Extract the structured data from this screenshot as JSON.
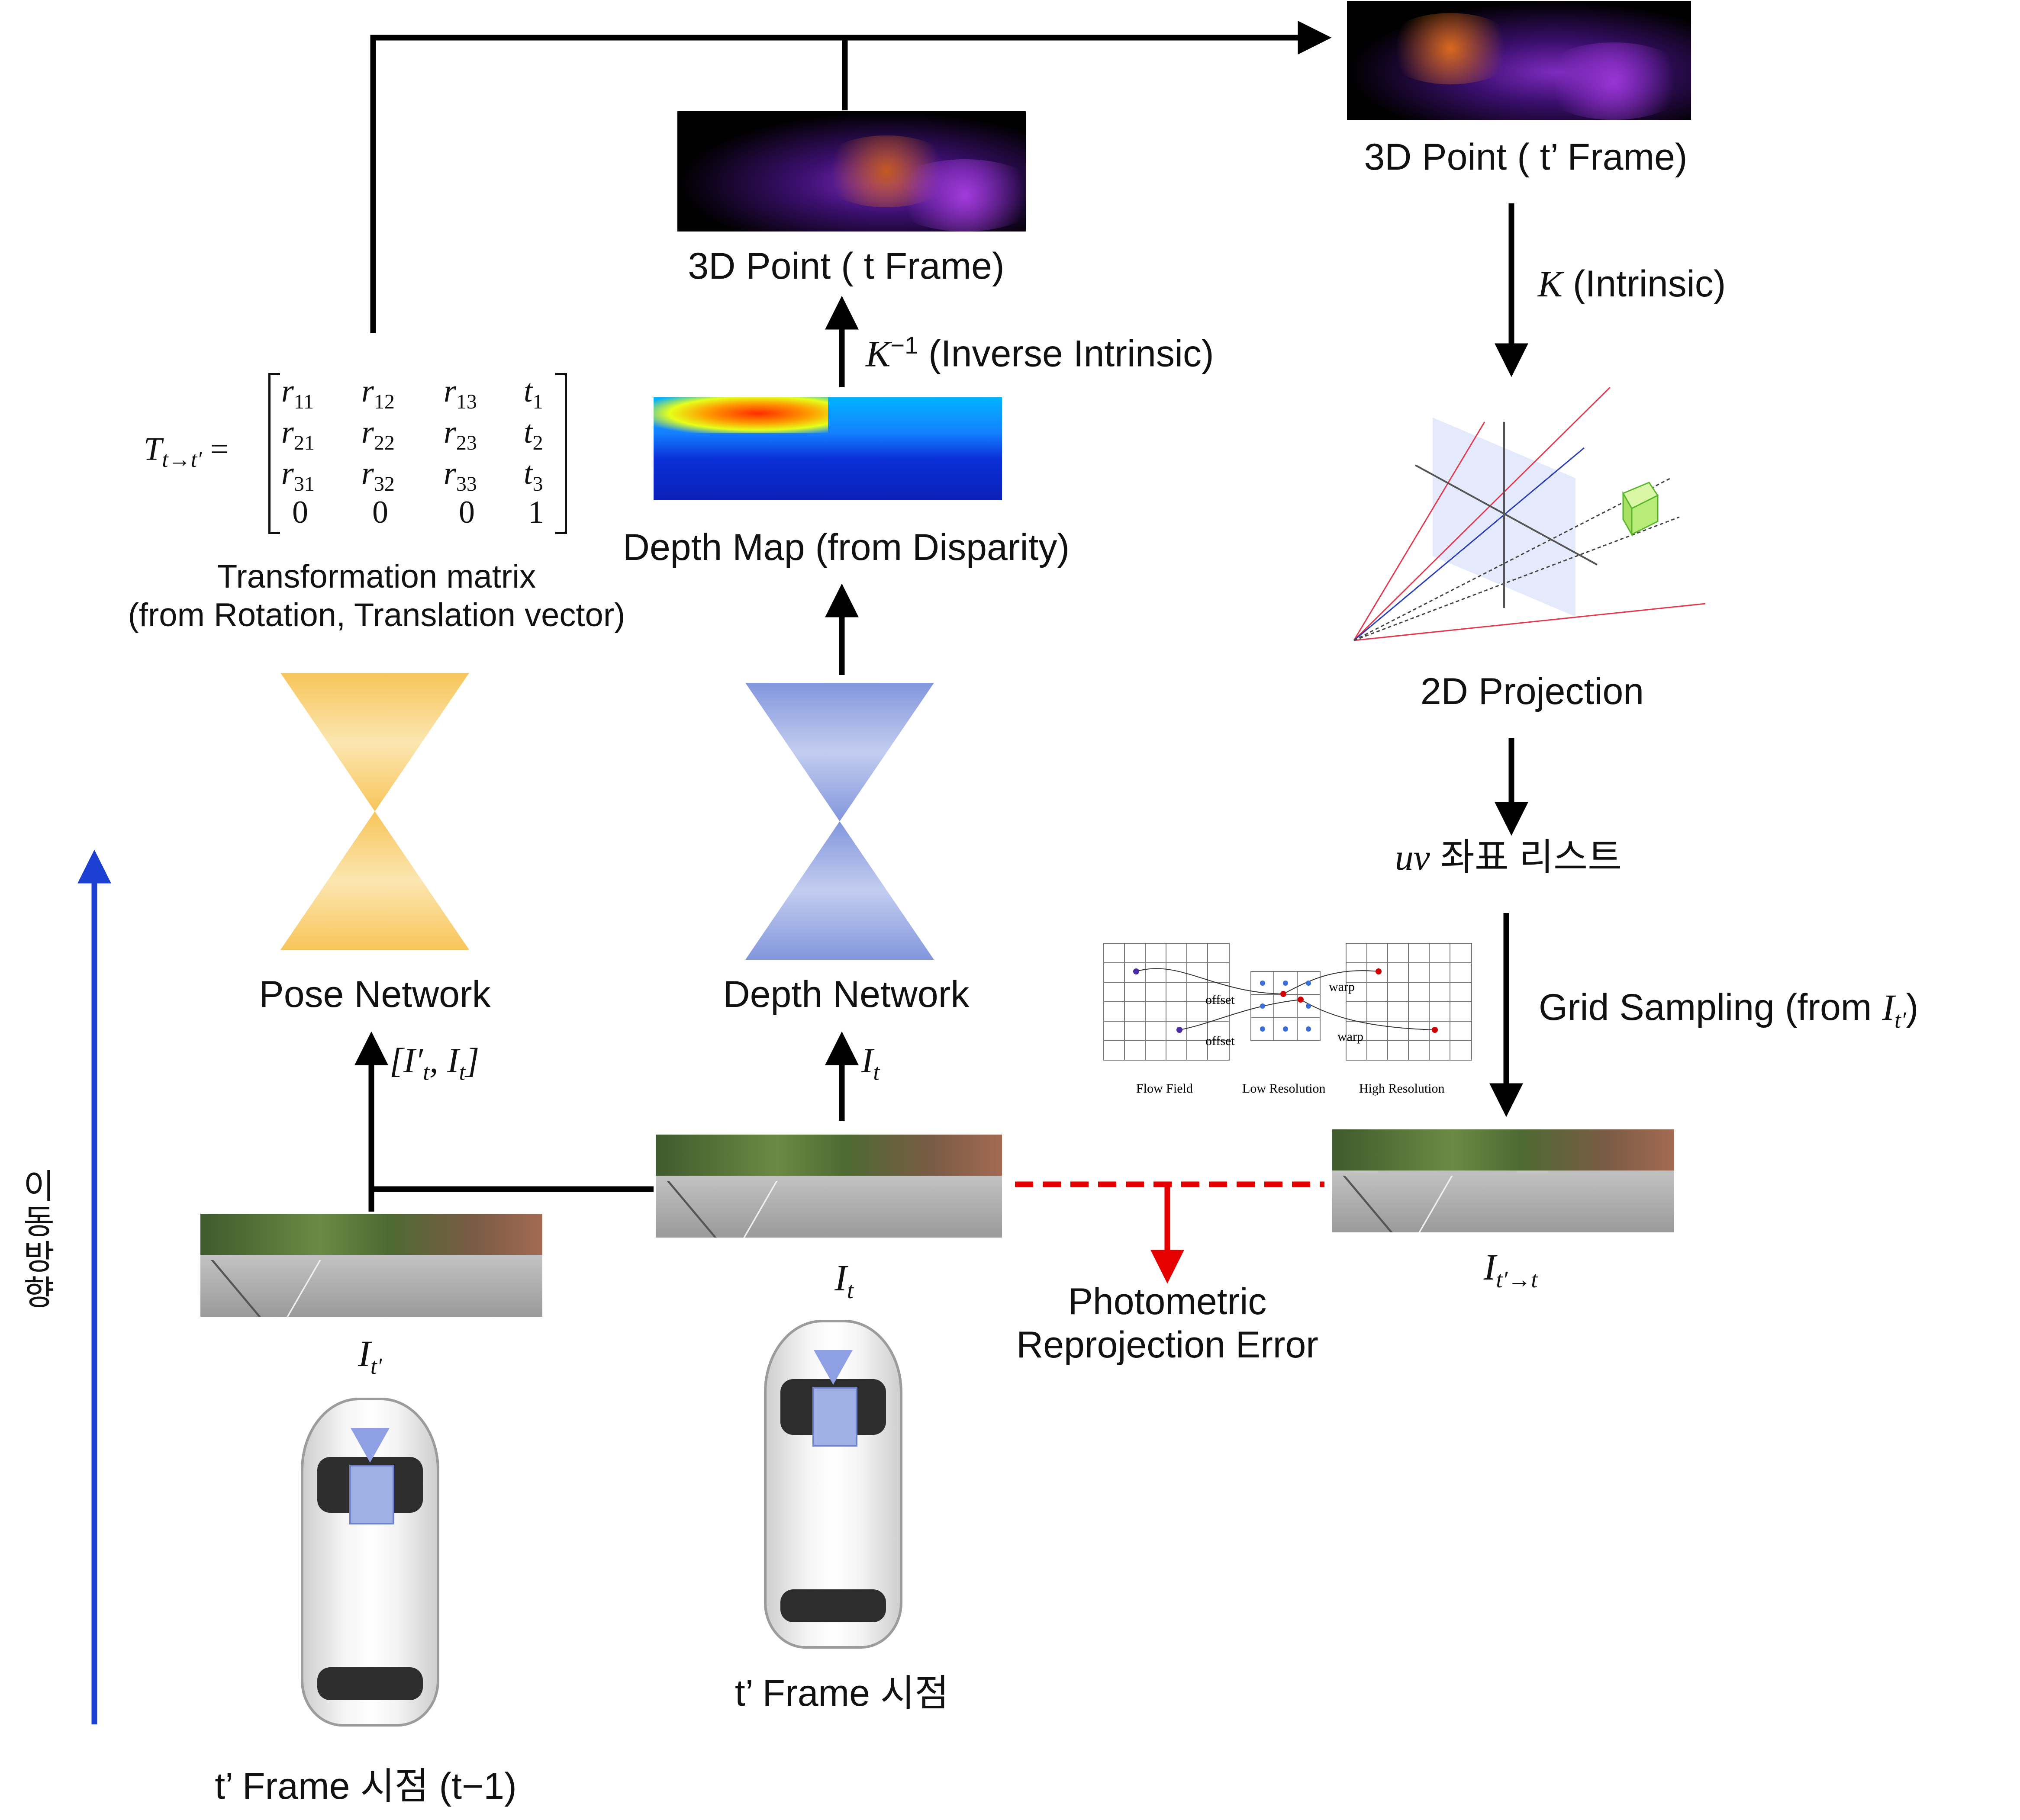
{
  "images": {
    "point_t": "3D Point ( t Frame)",
    "point_tp": "3D Point ( t’ Frame)"
  },
  "labels": {
    "depth_map": "Depth Map (from Disparity)",
    "inverse_intrinsic_sym": "K",
    "inverse_intrinsic_sup": "−1",
    "inverse_intrinsic_text": "(Inverse Intrinsic)",
    "intrinsic_sym": "K",
    "intrinsic_text": "(Intrinsic)",
    "projection": "2D Projection",
    "uv_sym": "uv",
    "uv_text": "좌표 리스트",
    "grid_sampling_text": "Grid Sampling (from ",
    "grid_sampling_sym": "I",
    "grid_sampling_sub": "t′",
    "grid_sampling_close": ")",
    "pose_network": "Pose Network",
    "depth_network": "Depth Network",
    "transformation_line1": "Transformation matrix",
    "transformation_line2": "(from Rotation, Translation vector)",
    "pose_input": "[I′t, It]",
    "depth_input_sym": "I",
    "depth_input_sub": "t",
    "img_it_sym": "I",
    "img_it_sub": "t",
    "img_itp_sym": "I",
    "img_itp_sub": "t′",
    "img_warp_sym": "I",
    "img_warp_sub": "t′→t",
    "photometric_line1": "Photometric",
    "photometric_line2": "Reprojection Error",
    "car_t_label": "t’ Frame 시점",
    "car_tp_label": "t’ Frame 시점 (t−1)",
    "movement_direction": "이동방향"
  },
  "matrix": {
    "lhs": "T",
    "lhs_sub": "t→t′",
    "rows": [
      [
        "r11",
        "r12",
        "r13",
        "t1"
      ],
      [
        "r21",
        "r22",
        "r23",
        "t2"
      ],
      [
        "r31",
        "r32",
        "r33",
        "t3"
      ],
      [
        "0",
        "0",
        "0",
        "1"
      ]
    ]
  },
  "flow_figure": {
    "offset_top": "offset",
    "offset_bottom": "offset",
    "warp_top": "warp",
    "warp_bottom": "warp",
    "caption_flow": "Flow Field",
    "caption_low": "Low Resolution",
    "caption_high": "High Resolution"
  },
  "colors": {
    "pose_network": "#f9c965",
    "depth_network": "#8ea0e3",
    "arrow": "#000000",
    "movement_arrow": "#1a3fd1",
    "error_line": "#e60000"
  }
}
